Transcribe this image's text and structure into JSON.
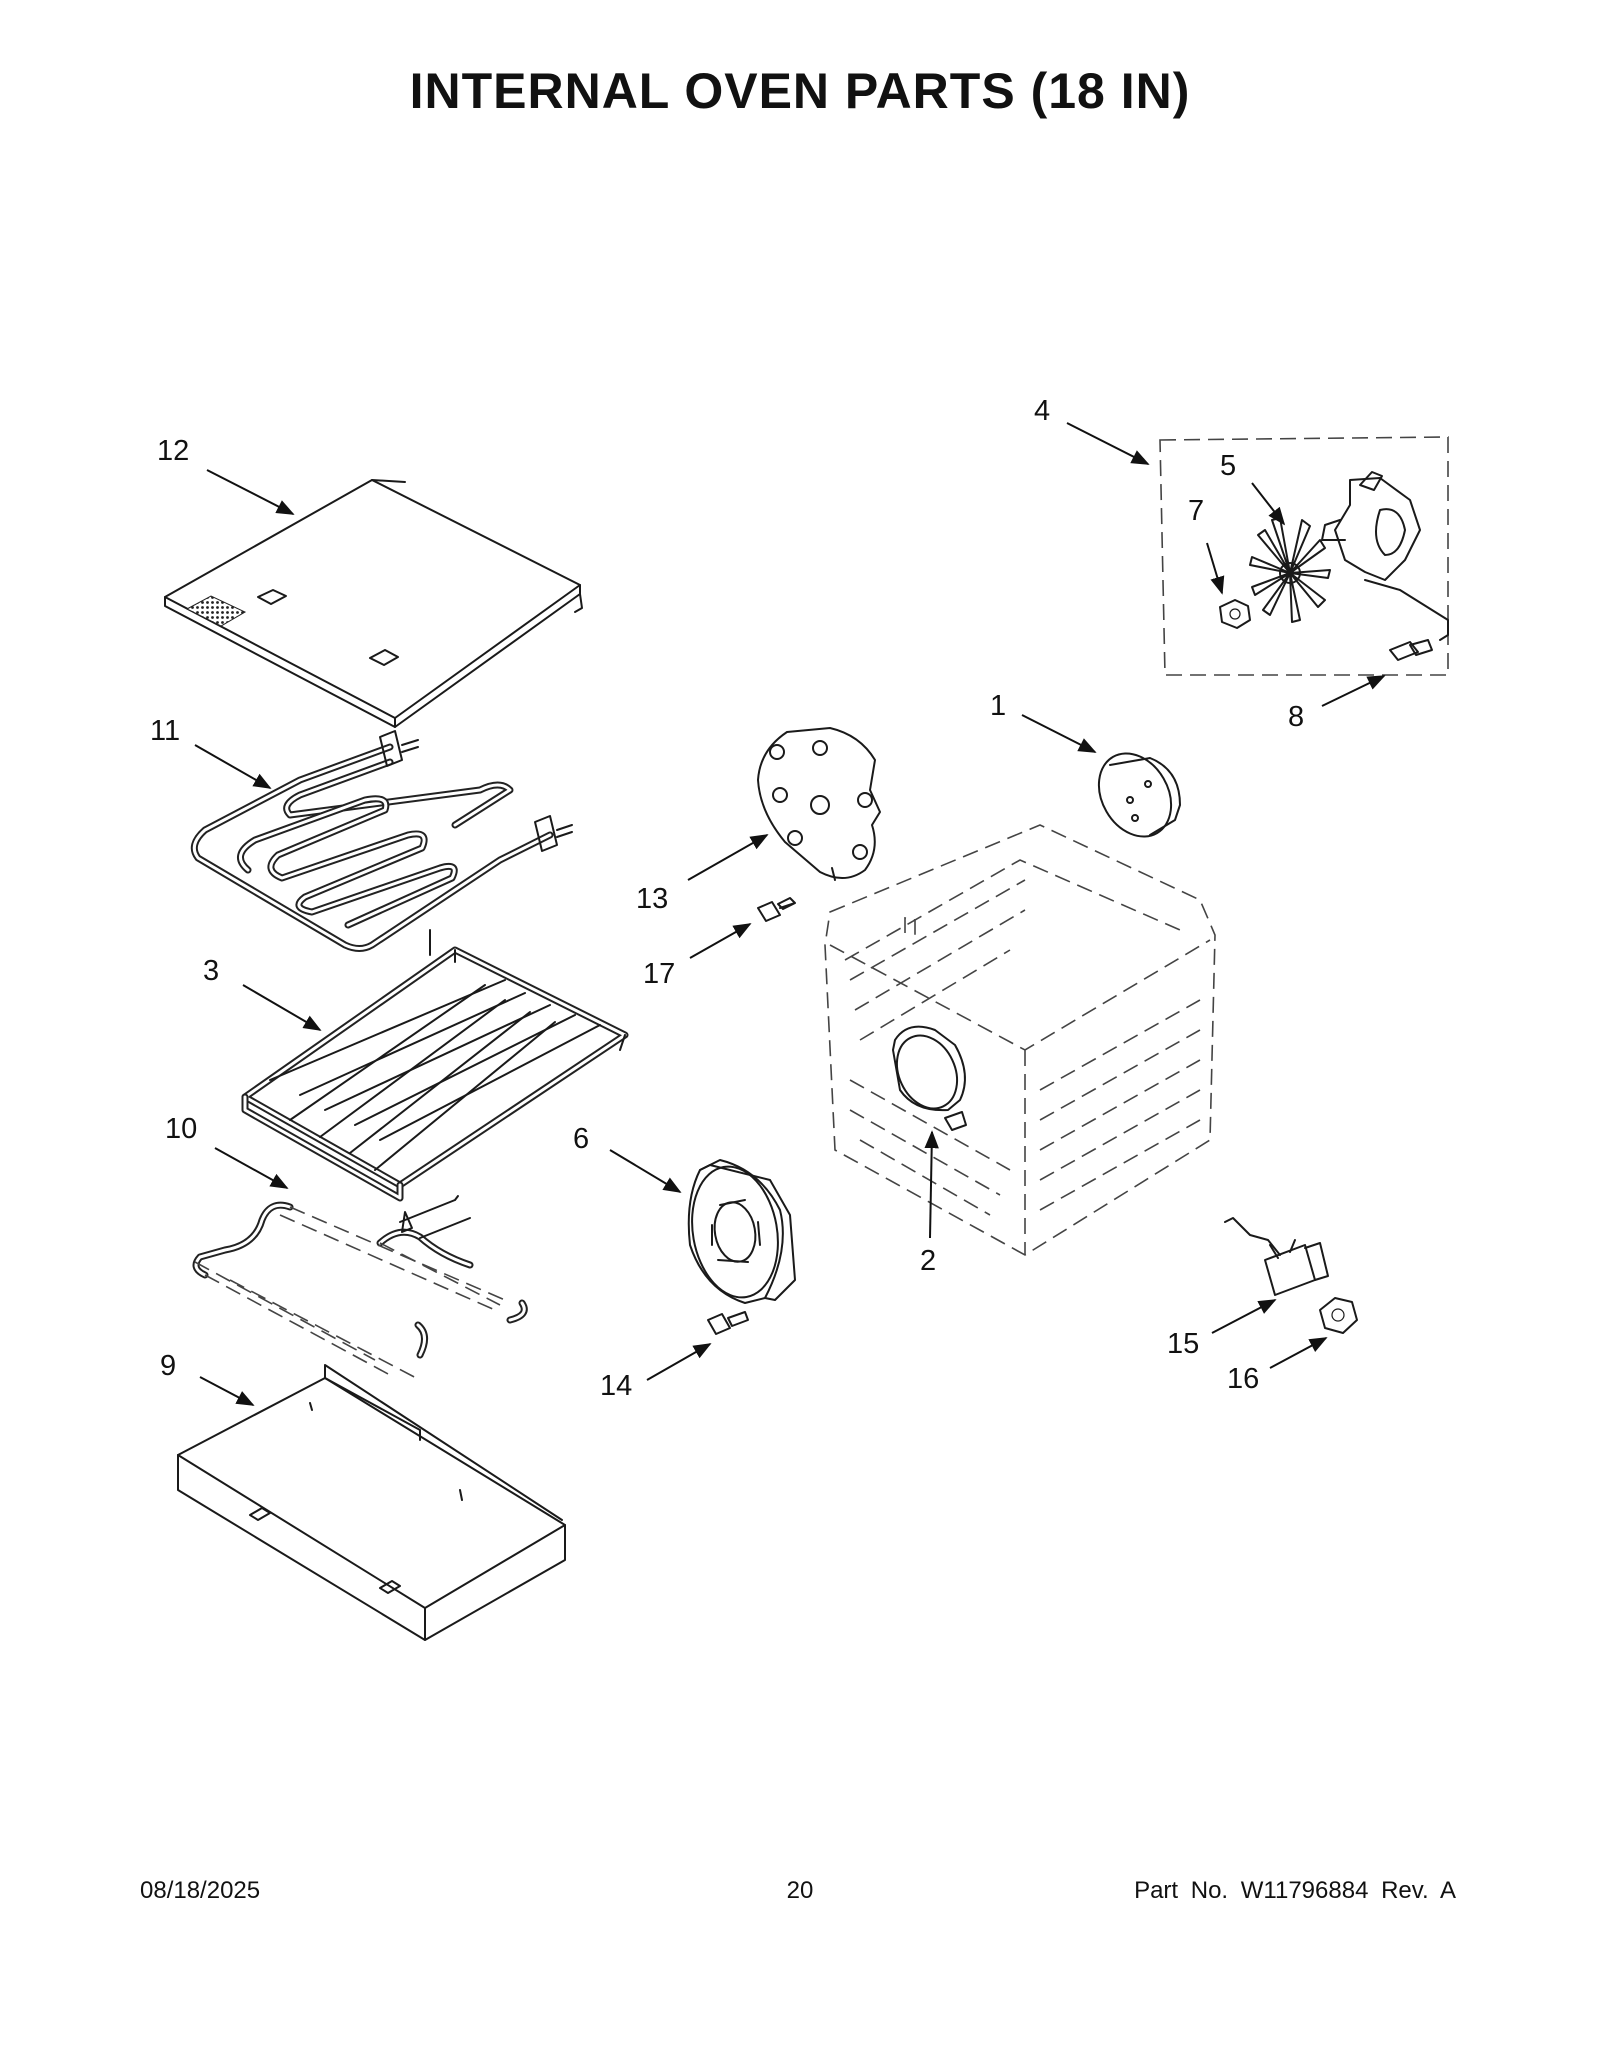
{
  "page": {
    "title": "INTERNAL OVEN PARTS (18 IN)",
    "footer_date": "08/18/2025",
    "footer_page": "20",
    "footer_part": "Part No.  W11796884  Rev.  A"
  },
  "callouts": [
    "1",
    "2",
    "3",
    "4",
    "5",
    "6",
    "7",
    "8",
    "9",
    "10",
    "11",
    "12",
    "13",
    "14",
    "15",
    "16",
    "17"
  ]
}
